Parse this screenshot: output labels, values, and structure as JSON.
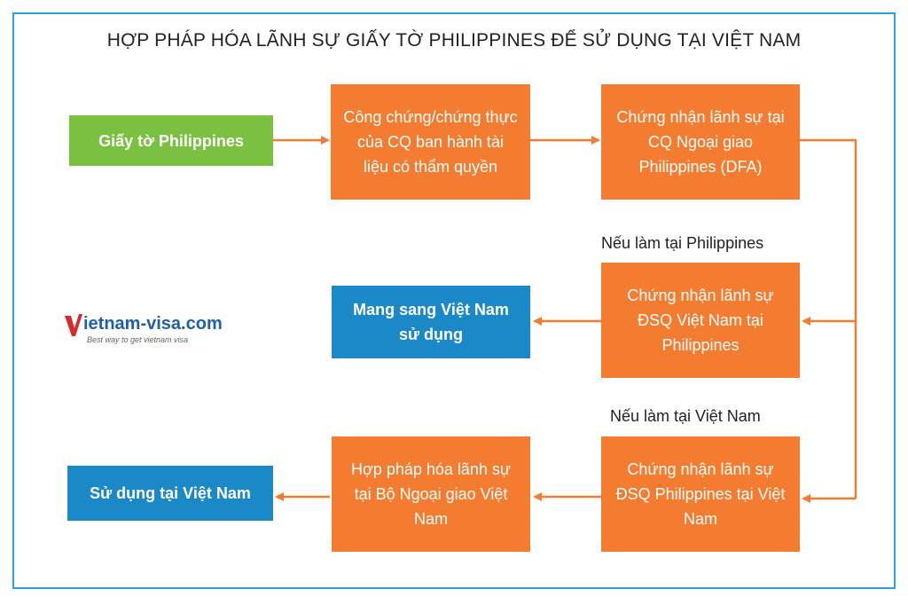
{
  "title": "HỢP PHÁP HÓA LÃNH SỰ GIẤY TỜ PHILIPPINES ĐỂ SỬ DỤNG TẠI VIỆT NAM",
  "nodes": {
    "start": "Giấy tờ Philippines",
    "notarize": "Công chứng/chứng thực của CQ ban hành tài liệu có thẩm quyền",
    "dfa": "Chứng nhận lãnh sự tại CQ Ngoại giao Philippines (DFA)",
    "vn_embassy": "Chứng nhận lãnh sự ĐSQ Việt Nam tại Philippines",
    "bring_vn": "Mang sang Việt Nam sử dụng",
    "ph_embassy": "Chứng nhận lãnh sự ĐSQ Philippines tại Việt Nam",
    "mofa_vn": "Hợp pháp hóa lãnh sự tại Bộ Ngoại giao Việt Nam",
    "use_vn": "Sử dụng tại Việt Nam"
  },
  "notes": {
    "in_philippines": "Nếu làm tại Philippines",
    "in_vietnam": "Nếu làm tại Việt Nam"
  },
  "logo": {
    "text": "ietnam-visa.com",
    "tagline": "Best way to get vietnam visa"
  },
  "colors": {
    "frame": "#29a3d6",
    "start": "#7ac142",
    "step": "#f47c30",
    "end": "#1b88c7",
    "arrow": "#f47c30"
  }
}
